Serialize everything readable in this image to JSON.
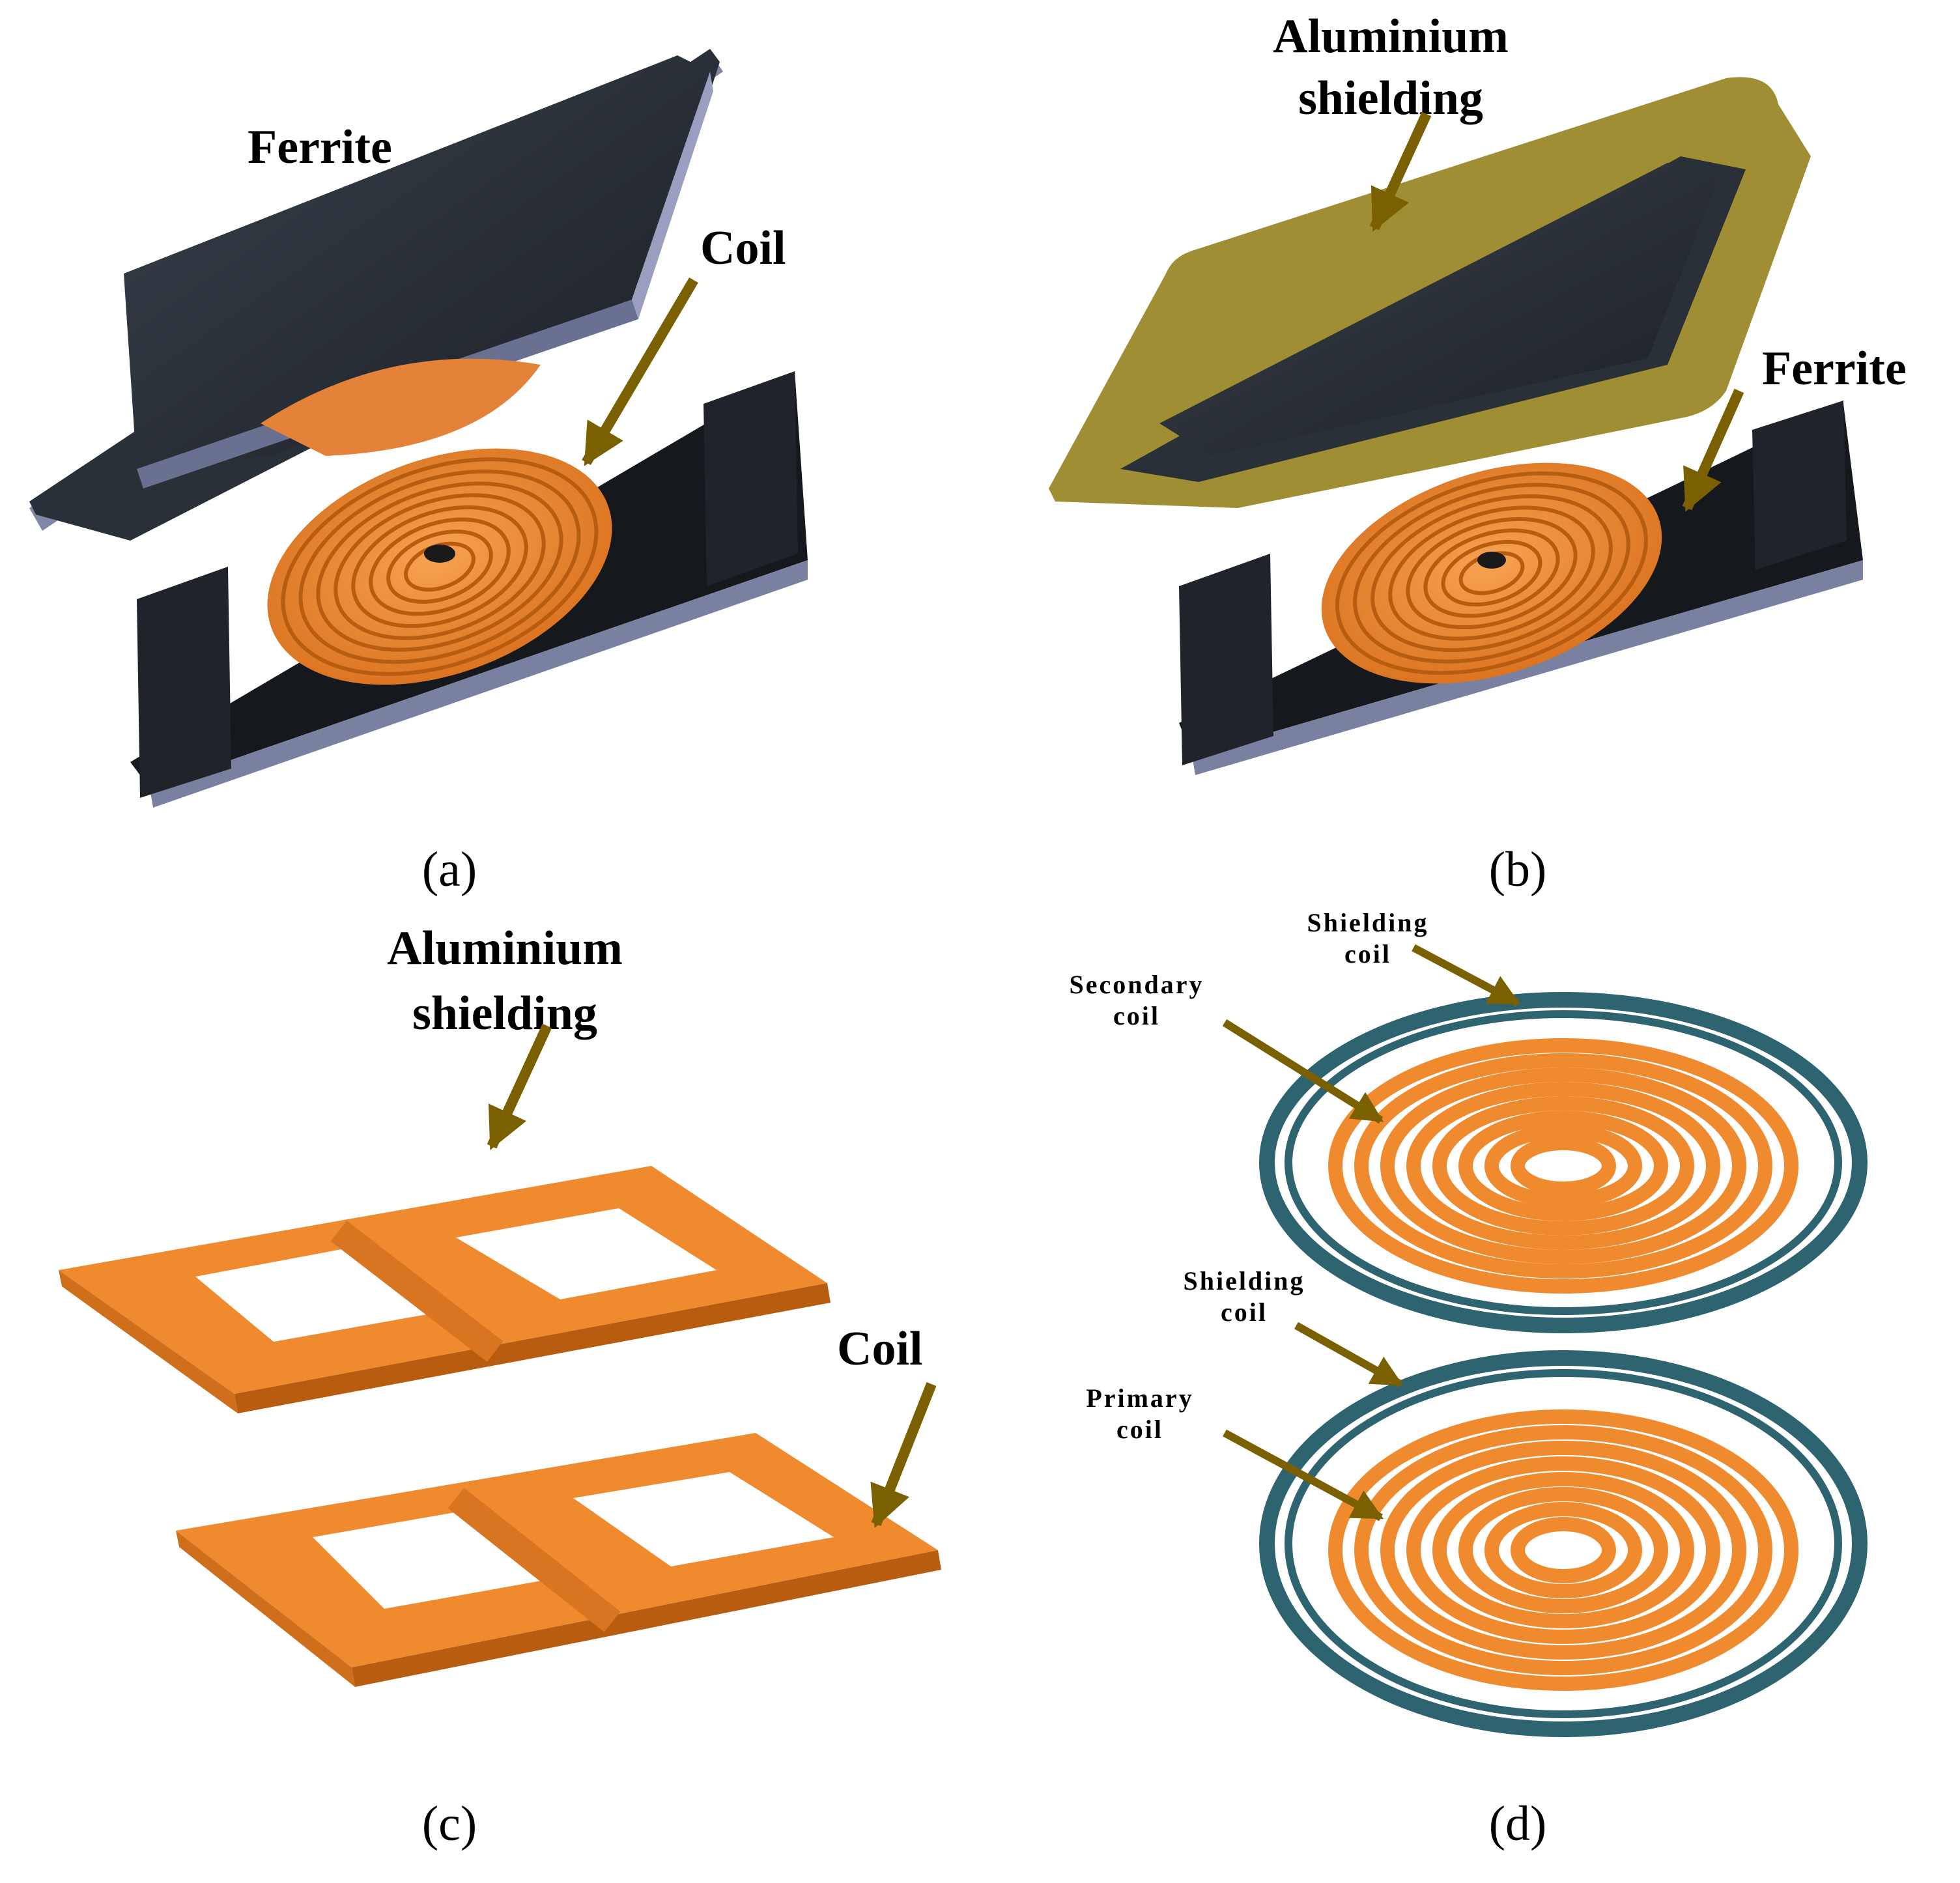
{
  "panels": {
    "a": {
      "caption": "(a)",
      "labels": {
        "ferrite": "Ferrite",
        "coil": "Coil"
      }
    },
    "b": {
      "caption": "(b)",
      "labels": {
        "aluminium_line1": "Aluminium",
        "aluminium_line2": "shielding",
        "ferrite": "Ferrite"
      }
    },
    "c": {
      "caption": "(c)",
      "labels": {
        "aluminium_line1": "Aluminium",
        "aluminium_line2": "shielding",
        "coil": "Coil"
      }
    },
    "d": {
      "caption": "(d)",
      "labels": {
        "shielding_top_line1": "Shielding",
        "shielding_top_line2": "coil",
        "secondary_line1": "Secondary",
        "secondary_line2": "coil",
        "shielding_bottom_line1": "Shielding",
        "shielding_bottom_line2": "coil",
        "primary_line1": "Primary",
        "primary_line2": "coil"
      }
    }
  },
  "colors": {
    "ferrite": "#2a3038",
    "ferrite_edge": "#8a8fb0",
    "copper": "#f08a2e",
    "copper_dark": "#b85d10",
    "aluminium": "#8f7a12",
    "arrow": "#7a6000",
    "shield_coil": "#2e6470"
  }
}
